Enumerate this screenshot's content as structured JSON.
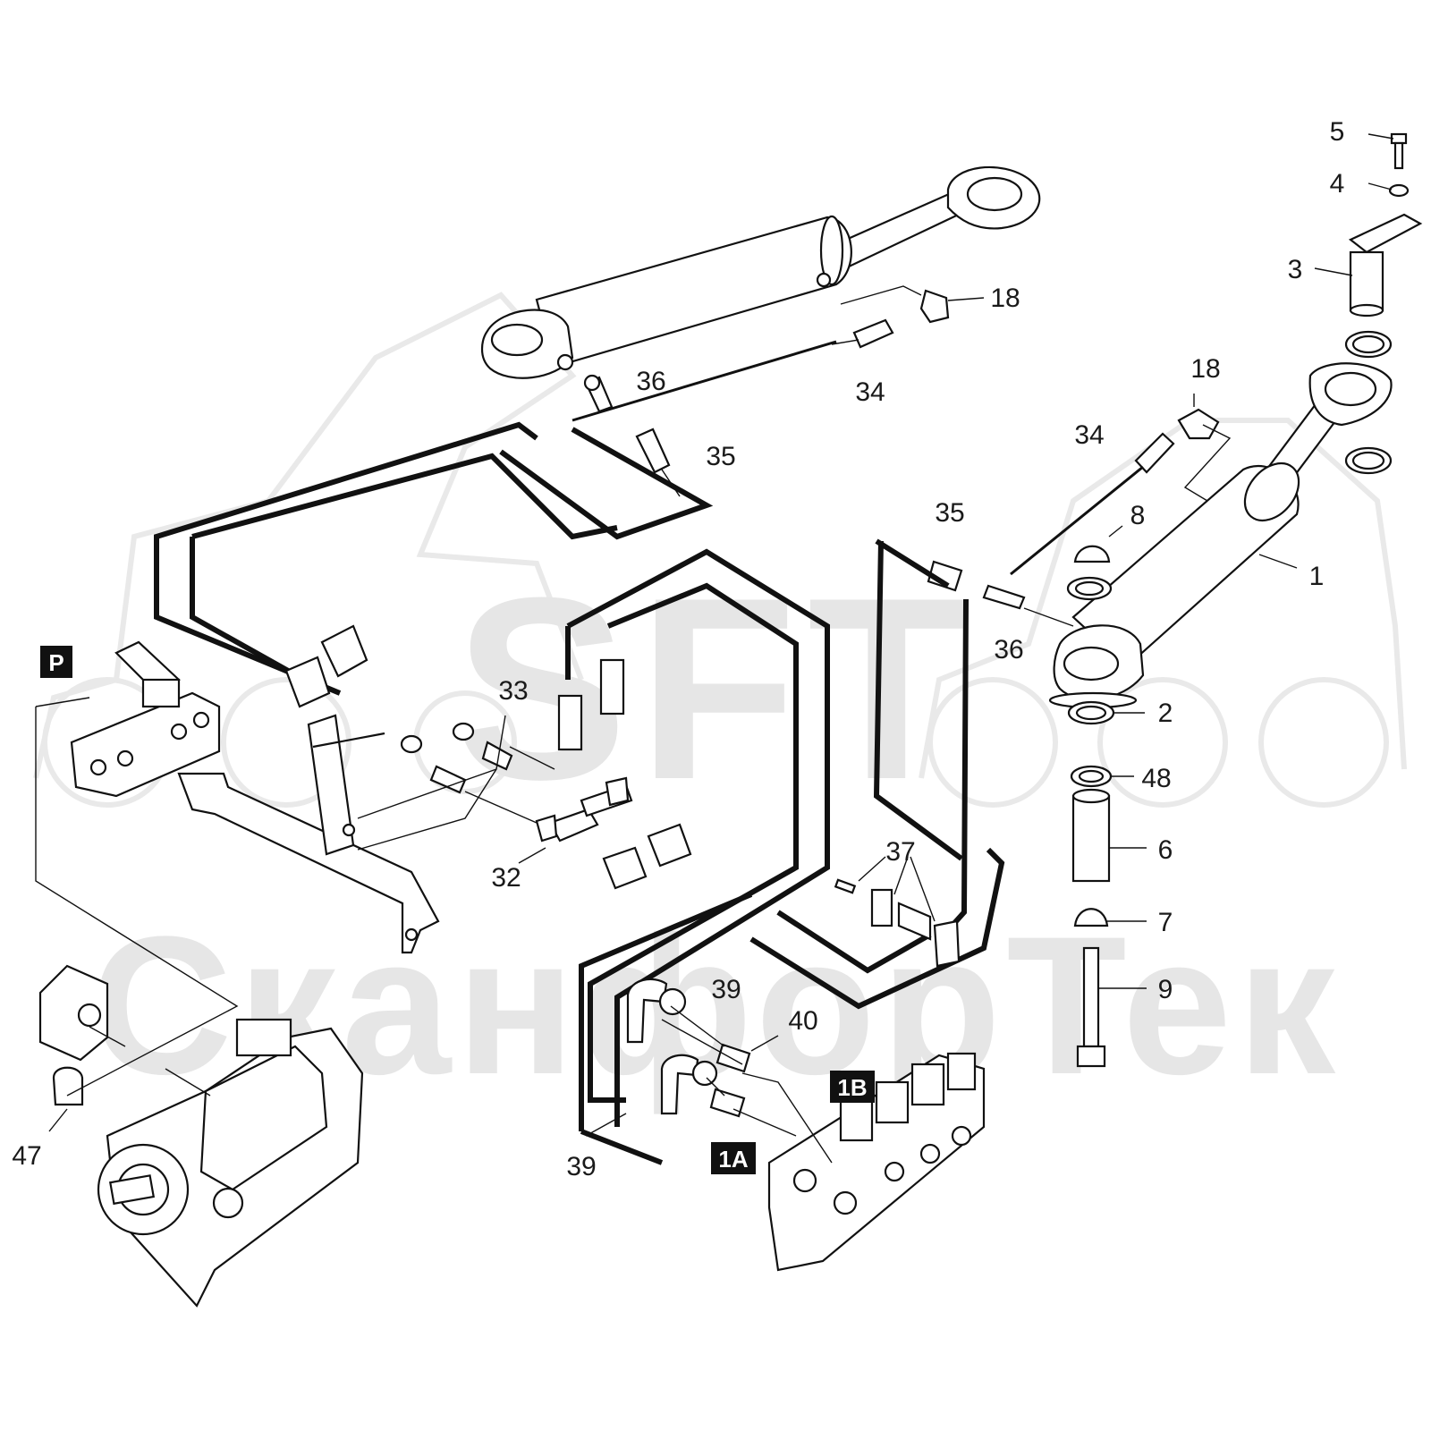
{
  "watermark": {
    "logo_text": "SFT",
    "brand_text": "СканфорТек",
    "color": "#e6e6e6"
  },
  "tags": [
    {
      "key": "P",
      "text": "P"
    },
    {
      "key": "1B",
      "text": "1B"
    },
    {
      "key": "1A",
      "text": "1A"
    }
  ],
  "callouts": [
    {
      "key": "c5",
      "text": "5"
    },
    {
      "key": "c4",
      "text": "4"
    },
    {
      "key": "c3",
      "text": "3"
    },
    {
      "key": "c18a",
      "text": "18"
    },
    {
      "key": "c18b",
      "text": "18"
    },
    {
      "key": "c36a",
      "text": "36"
    },
    {
      "key": "c34a",
      "text": "34"
    },
    {
      "key": "c35a",
      "text": "35"
    },
    {
      "key": "c34b",
      "text": "34"
    },
    {
      "key": "c35b",
      "text": "35"
    },
    {
      "key": "c8",
      "text": "8"
    },
    {
      "key": "c1",
      "text": "1"
    },
    {
      "key": "c36b",
      "text": "36"
    },
    {
      "key": "c33",
      "text": "33"
    },
    {
      "key": "c2",
      "text": "2"
    },
    {
      "key": "c48",
      "text": "48"
    },
    {
      "key": "c37",
      "text": "37"
    },
    {
      "key": "c6",
      "text": "6"
    },
    {
      "key": "c32",
      "text": "32"
    },
    {
      "key": "c7",
      "text": "7"
    },
    {
      "key": "c39a",
      "text": "39"
    },
    {
      "key": "c40",
      "text": "40"
    },
    {
      "key": "c9",
      "text": "9"
    },
    {
      "key": "c47",
      "text": "47"
    },
    {
      "key": "c39b",
      "text": "39"
    }
  ]
}
